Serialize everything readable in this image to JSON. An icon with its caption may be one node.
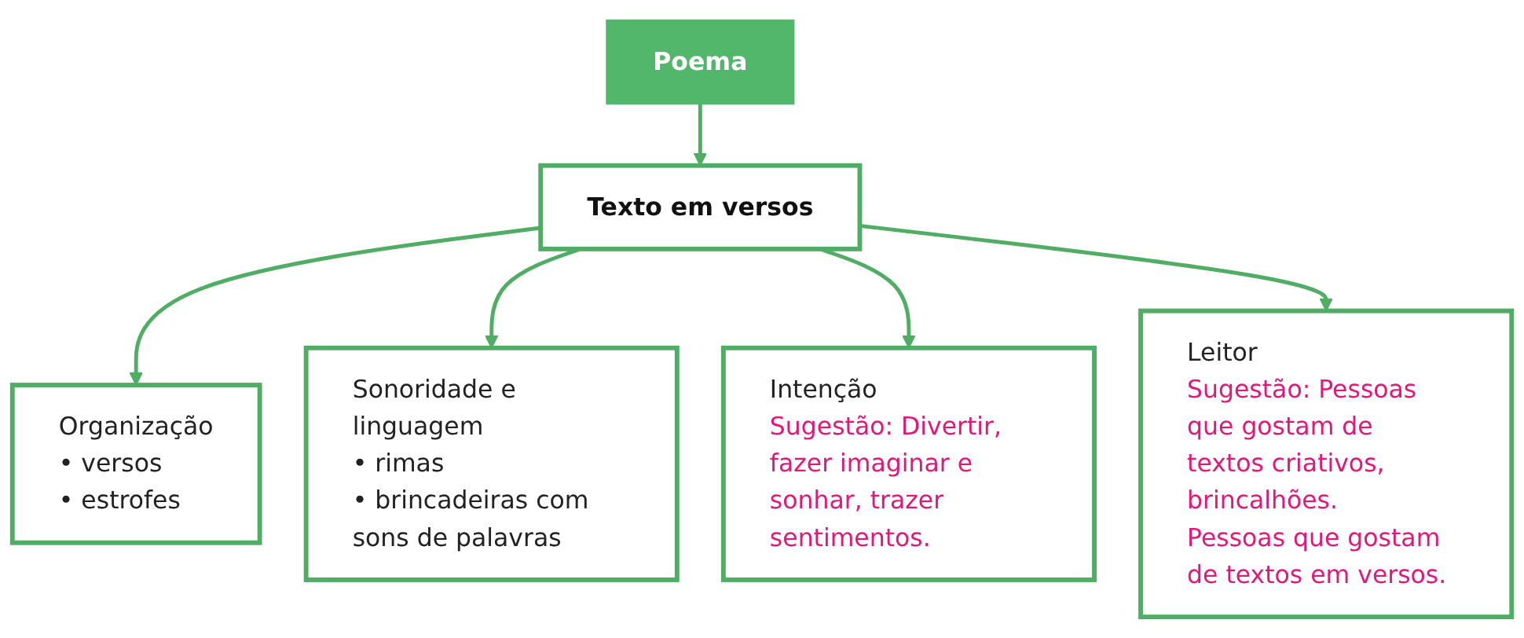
{
  "diagram": {
    "nodes": [
      {
        "text": [
          "Poema"
        ]
      },
      {
        "text": [
          "Texto em versos"
        ]
      },
      {
        "text": [
          "Organização",
          "• versos",
          "• estrofes"
        ]
      },
      {
        "text": [
          "Sonoridade e linguagem",
          "• rimas",
          "• brincadeiras com sons de palavras"
        ]
      },
      {
        "text": [
          "Intenção",
          "Sugestão: Divertir, fazer imaginar e sonhar, trazer sentimentos."
        ]
      },
      {
        "text": [
          "Leitor",
          "Sugestão: Pessoas que gostam de textos criativos, brincalhões.",
          "Pessoas que gostam de textos em versos."
        ]
      }
    ],
    "edges": [
      {
        "from": 0,
        "to": 1,
        "arrow": "to"
      },
      {
        "from": 1,
        "to": 2,
        "arrow": "to"
      },
      {
        "from": 1,
        "to": 3,
        "arrow": "to"
      },
      {
        "from": 1,
        "to": 4,
        "arrow": "to"
      },
      {
        "from": 1,
        "to": 5,
        "arrow": "to"
      }
    ]
  }
}
